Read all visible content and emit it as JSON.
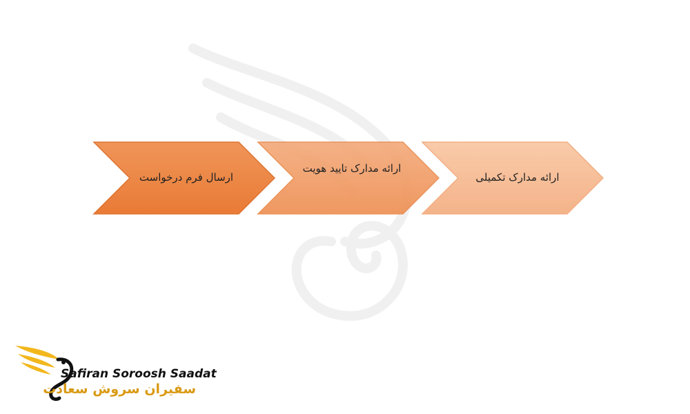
{
  "process": {
    "steps": [
      {
        "label": "ارسال فرم درخواست"
      },
      {
        "label": "ارائه مدارک تایید هویت"
      },
      {
        "label": "ارائه مدارک تکمیلی"
      }
    ]
  },
  "brand": {
    "name_en": "Safiran Soroosh Saadat",
    "name_fa": "سفیران سروش سعادت"
  },
  "colors": {
    "step1": "#ee7f3a",
    "step2": "#f3a06a",
    "step3": "#f7bb94",
    "logo_gold": "#f2b71c",
    "logo_text_fa": "#d99a14"
  },
  "icons": {
    "watermark": "swan-wing-watermark-icon",
    "logo": "swan-wing-logo-icon"
  }
}
